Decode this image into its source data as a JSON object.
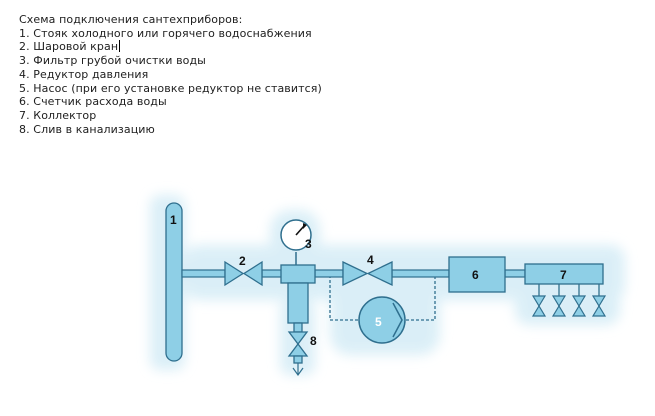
{
  "legend": {
    "title": "Схема подключения сантехприборов:",
    "items": [
      "1. Стояк холодного или горячего водоснабжения",
      "2. Шаровой кран",
      "3. Фильтр грубой очистки воды",
      "4. Редуктор давления",
      "5. Насос (при его установке редуктор не ставится)",
      "6. Счетчик расхода воды",
      "7. Коллектор",
      "8. Слив в канализацию"
    ]
  },
  "labels": {
    "riser": "1",
    "ball_valve": "2",
    "filter_gauge": "3",
    "reducer": "4",
    "pump": "5",
    "meter": "6",
    "collector": "7",
    "drain": "8"
  },
  "colors": {
    "pipe_fill": "#8ecfe6",
    "pipe_stroke": "#2f6f8e",
    "halo": "#d9eef7",
    "text": "#202020"
  }
}
